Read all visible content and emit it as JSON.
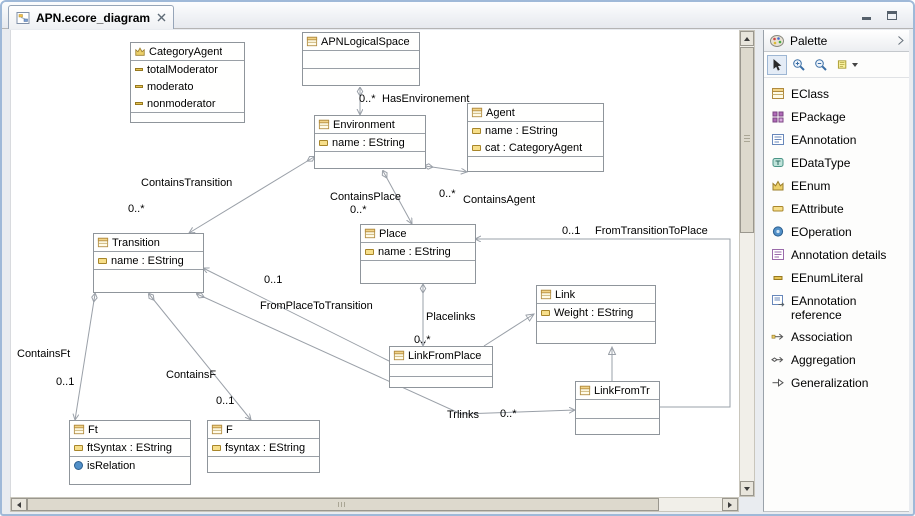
{
  "window": {
    "tab_title": "APN.ecore_diagram",
    "icons": [
      "diagram-file-icon",
      "close-icon",
      "minimize-icon",
      "maximize-icon"
    ]
  },
  "palette": {
    "title": "Palette",
    "header_icons": [
      "palette-icon",
      "collapse-arrow-icon"
    ],
    "tools": [
      "select-arrow-icon",
      "zoom-in-icon",
      "zoom-out-icon",
      "note-icon"
    ],
    "items": [
      {
        "label": "EClass",
        "icon": "eclass-icon"
      },
      {
        "label": "EPackage",
        "icon": "epackage-icon"
      },
      {
        "label": "EAnnotation",
        "icon": "eannotation-icon"
      },
      {
        "label": "EDataType",
        "icon": "edatatype-icon"
      },
      {
        "label": "EEnum",
        "icon": "eenum-icon"
      },
      {
        "label": "EAttribute",
        "icon": "eattribute-icon"
      },
      {
        "label": "EOperation",
        "icon": "eoperation-icon"
      },
      {
        "label": "Annotation details",
        "icon": "annotation-details-icon"
      },
      {
        "label": "EEnumLiteral",
        "icon": "eenumliteral-icon"
      },
      {
        "label": "EAnnotation reference",
        "icon": "eannotation-reference-icon"
      },
      {
        "label": "Association",
        "icon": "association-icon"
      },
      {
        "label": "Aggregation",
        "icon": "aggregation-icon"
      },
      {
        "label": "Generalization",
        "icon": "generalization-icon"
      }
    ]
  },
  "diagram": {
    "nodes": {
      "category_agent": {
        "name": "CategoryAgent",
        "literals": [
          "totalModerator",
          "moderato",
          "nonmoderator"
        ]
      },
      "apn_logical_space": {
        "name": "APNLogicalSpace"
      },
      "environment": {
        "name": "Environment",
        "attributes": [
          "name : EString"
        ]
      },
      "agent": {
        "name": "Agent",
        "attributes": [
          "name : EString",
          "cat : CategoryAgent"
        ]
      },
      "transition": {
        "name": "Transition",
        "attributes": [
          "name : EString"
        ]
      },
      "place": {
        "name": "Place",
        "attributes": [
          "name : EString"
        ]
      },
      "link": {
        "name": "Link",
        "attributes": [
          "Weight : EString"
        ]
      },
      "link_from_place": {
        "name": "LinkFromPlace"
      },
      "link_from_tr": {
        "name": "LinkFromTr"
      },
      "ft": {
        "name": "Ft",
        "attributes": [
          "ftSyntax : EString"
        ],
        "operations": [
          "isRelation"
        ]
      },
      "f": {
        "name": "F",
        "attributes": [
          "fsyntax : EString"
        ]
      }
    },
    "edge_labels": [
      "0..*",
      "HasEnvironement",
      "ContainsTransition",
      "0..*",
      "ContainsPlace",
      "0..*",
      "0..*",
      "ContainsAgent",
      "0..1",
      "FromTransitionToPlace",
      "0..1",
      "FromPlaceToTransition",
      "Placelinks",
      "0..*",
      "ContainsFt",
      "0..1",
      "ContainsF",
      "0..1",
      "Trlinks",
      "0..*"
    ]
  }
}
